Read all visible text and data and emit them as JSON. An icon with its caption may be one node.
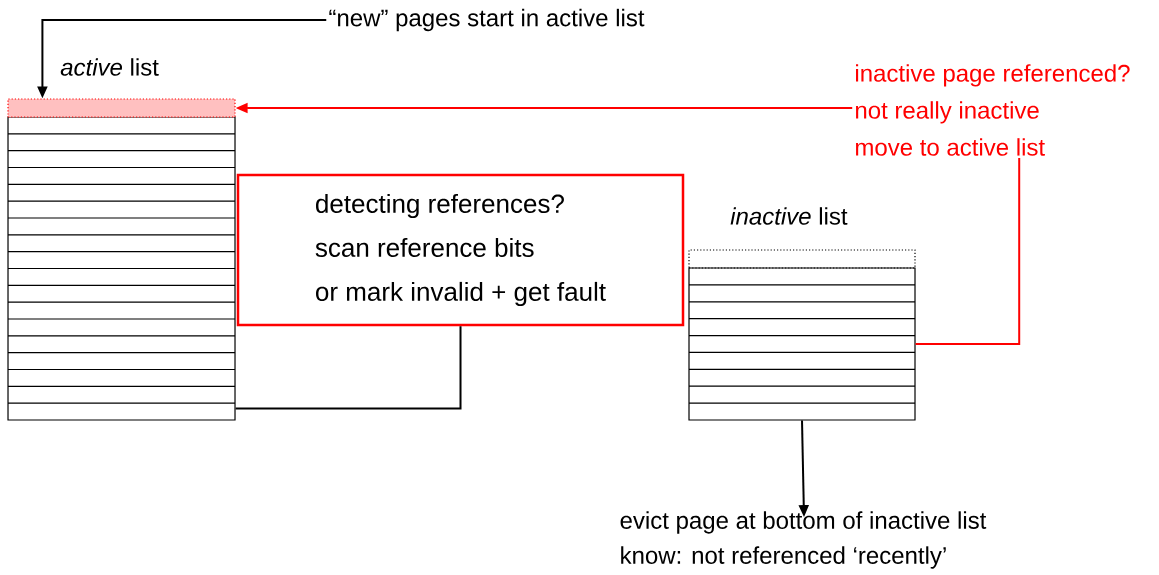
{
  "diagram": {
    "nodes": [
      {
        "text": [
          "“new” pages start in active list"
        ]
      },
      {
        "text": [
          "*active* list"
        ]
      },
      {
        "text": [],
        "shape": "box"
      },
      {
        "text": [
          "detecting references?",
          "scan reference bits",
          "or mark invalid + get fault"
        ]
      },
      {
        "text": [
          "*inactive* list"
        ]
      },
      {
        "text": [],
        "shape": "box"
      },
      {
        "text": [
          "inactive page referenced?",
          "not really inactive",
          "move to active list"
        ]
      },
      {
        "text": [
          "evict page at bottom of inactive list",
          "know: not referenced ‘recently’"
        ]
      }
    ],
    "edges": [
      {
        "from": 0,
        "to": 2,
        "arrow": "to"
      },
      {
        "from": 6,
        "to": 2,
        "arrow": "to",
        "color": "#ff0000"
      },
      {
        "from": 3,
        "to": 1,
        "arrow": "none"
      },
      {
        "from": 6,
        "to": 4,
        "arrow": "none",
        "color": "#ff0000"
      },
      {
        "from": 4,
        "to": 7,
        "arrow": "to"
      }
    ]
  }
}
